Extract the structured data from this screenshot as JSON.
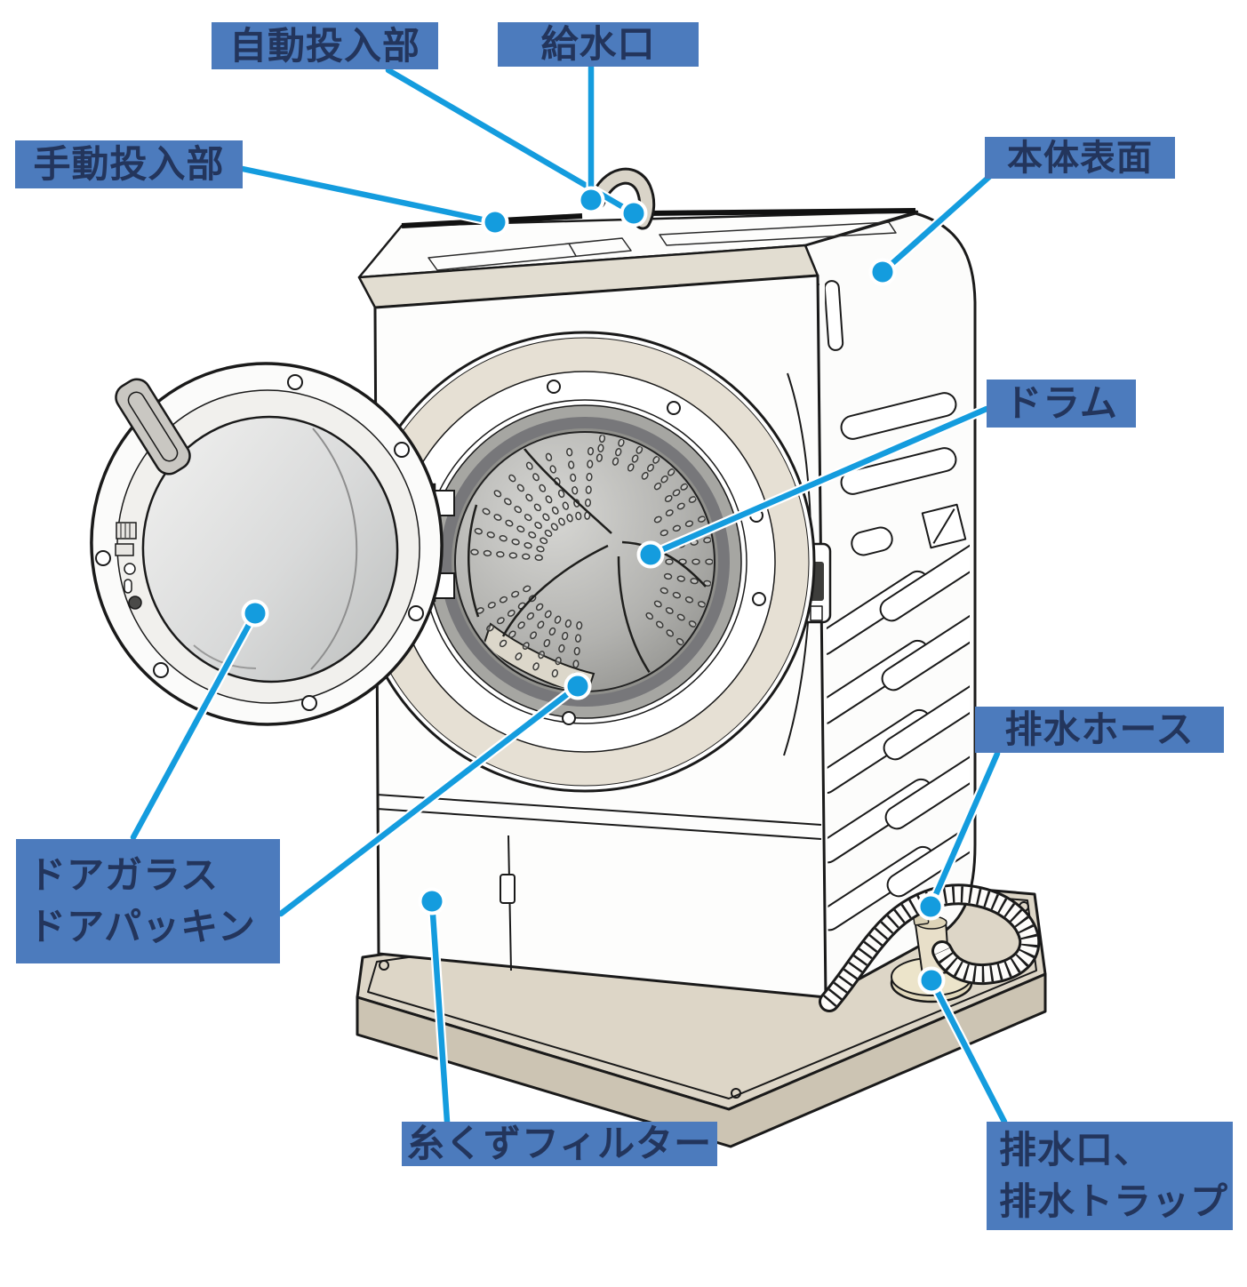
{
  "diagram": {
    "subject": "drum washing machine parts diagram",
    "labels": {
      "auto_dispenser": "自動投入部",
      "water_inlet": "給水口",
      "manual_dispenser": "手動投入部",
      "body_surface": "本体表面",
      "drum": "ドラム",
      "drain_hose": "排水ホース",
      "door_glass": "ドアガラス",
      "door_gasket": "ドアパッキン",
      "lint_filter": "糸くずフィルター",
      "drain_outlet_line1": "排水口、",
      "drain_outlet_line2": "排水トラップ"
    },
    "colors": {
      "label_background": "#4c7bbd",
      "label_text": "#23355c",
      "callout_line": "#149CDE",
      "outline": "#1a1a1a",
      "panel_beige": "#e2ddd1",
      "porthole_ring_beige": "#e6e0d4",
      "pan_top": "#ddd6c7",
      "pan_side": "#ccc4b3",
      "trap_beige": "#ece4ca",
      "gasket_gray": "#77777a"
    }
  }
}
